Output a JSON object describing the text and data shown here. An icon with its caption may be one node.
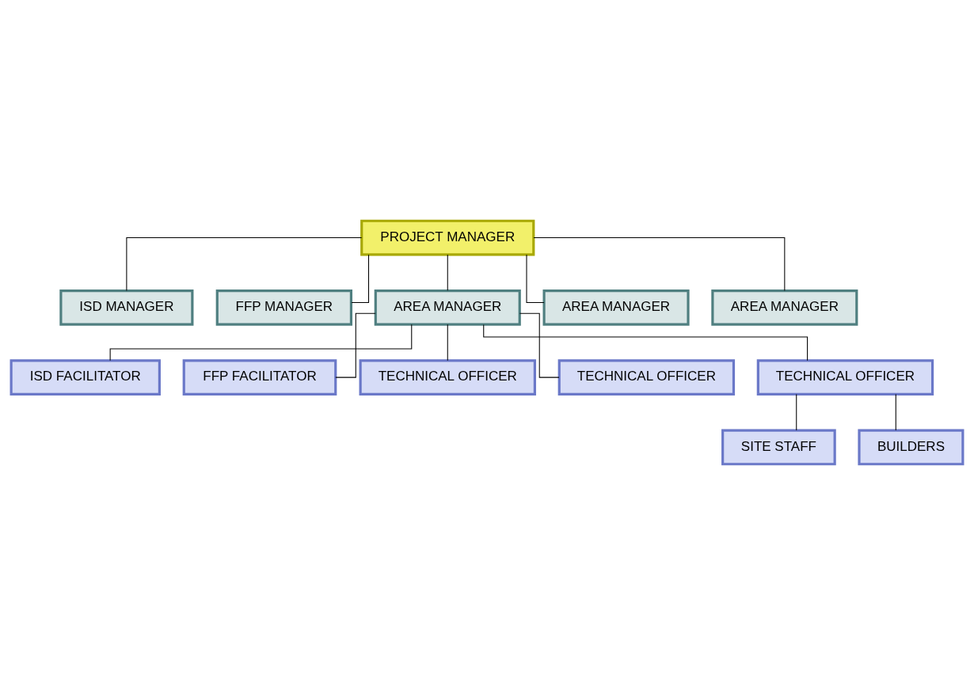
{
  "diagram": {
    "nodes": [
      {
        "text": [
          "PROJECT MANAGER"
        ]
      },
      {
        "text": [
          "ISD MANAGER"
        ]
      },
      {
        "text": [
          "FFP MANAGER"
        ]
      },
      {
        "text": [
          "AREA MANAGER"
        ]
      },
      {
        "text": [
          "AREA MANAGER"
        ]
      },
      {
        "text": [
          "AREA MANAGER"
        ]
      },
      {
        "text": [
          "ISD FACILITATOR"
        ]
      },
      {
        "text": [
          "FFP FACILITATOR"
        ]
      },
      {
        "text": [
          "TECHNICAL OFFICER"
        ]
      },
      {
        "text": [
          "TECHNICAL OFFICER"
        ]
      },
      {
        "text": [
          "TECHNICAL OFFICER"
        ]
      },
      {
        "text": [
          "SITE STAFF"
        ]
      },
      {
        "text": [
          "BUILDERS"
        ]
      }
    ],
    "edges": [
      {
        "from": 0,
        "to": 1,
        "arrow": "none"
      },
      {
        "from": 0,
        "to": 2,
        "arrow": "none"
      },
      {
        "from": 0,
        "to": 3,
        "arrow": "none"
      },
      {
        "from": 0,
        "to": 4,
        "arrow": "none"
      },
      {
        "from": 0,
        "to": 5,
        "arrow": "none"
      },
      {
        "from": 3,
        "to": 6,
        "arrow": "none"
      },
      {
        "from": 3,
        "to": 7,
        "arrow": "none"
      },
      {
        "from": 3,
        "to": 8,
        "arrow": "none"
      },
      {
        "from": 3,
        "to": 9,
        "arrow": "none"
      },
      {
        "from": 3,
        "to": 10,
        "arrow": "none"
      },
      {
        "from": 10,
        "to": 11,
        "arrow": "none"
      },
      {
        "from": 10,
        "to": 12,
        "arrow": "none"
      }
    ]
  }
}
